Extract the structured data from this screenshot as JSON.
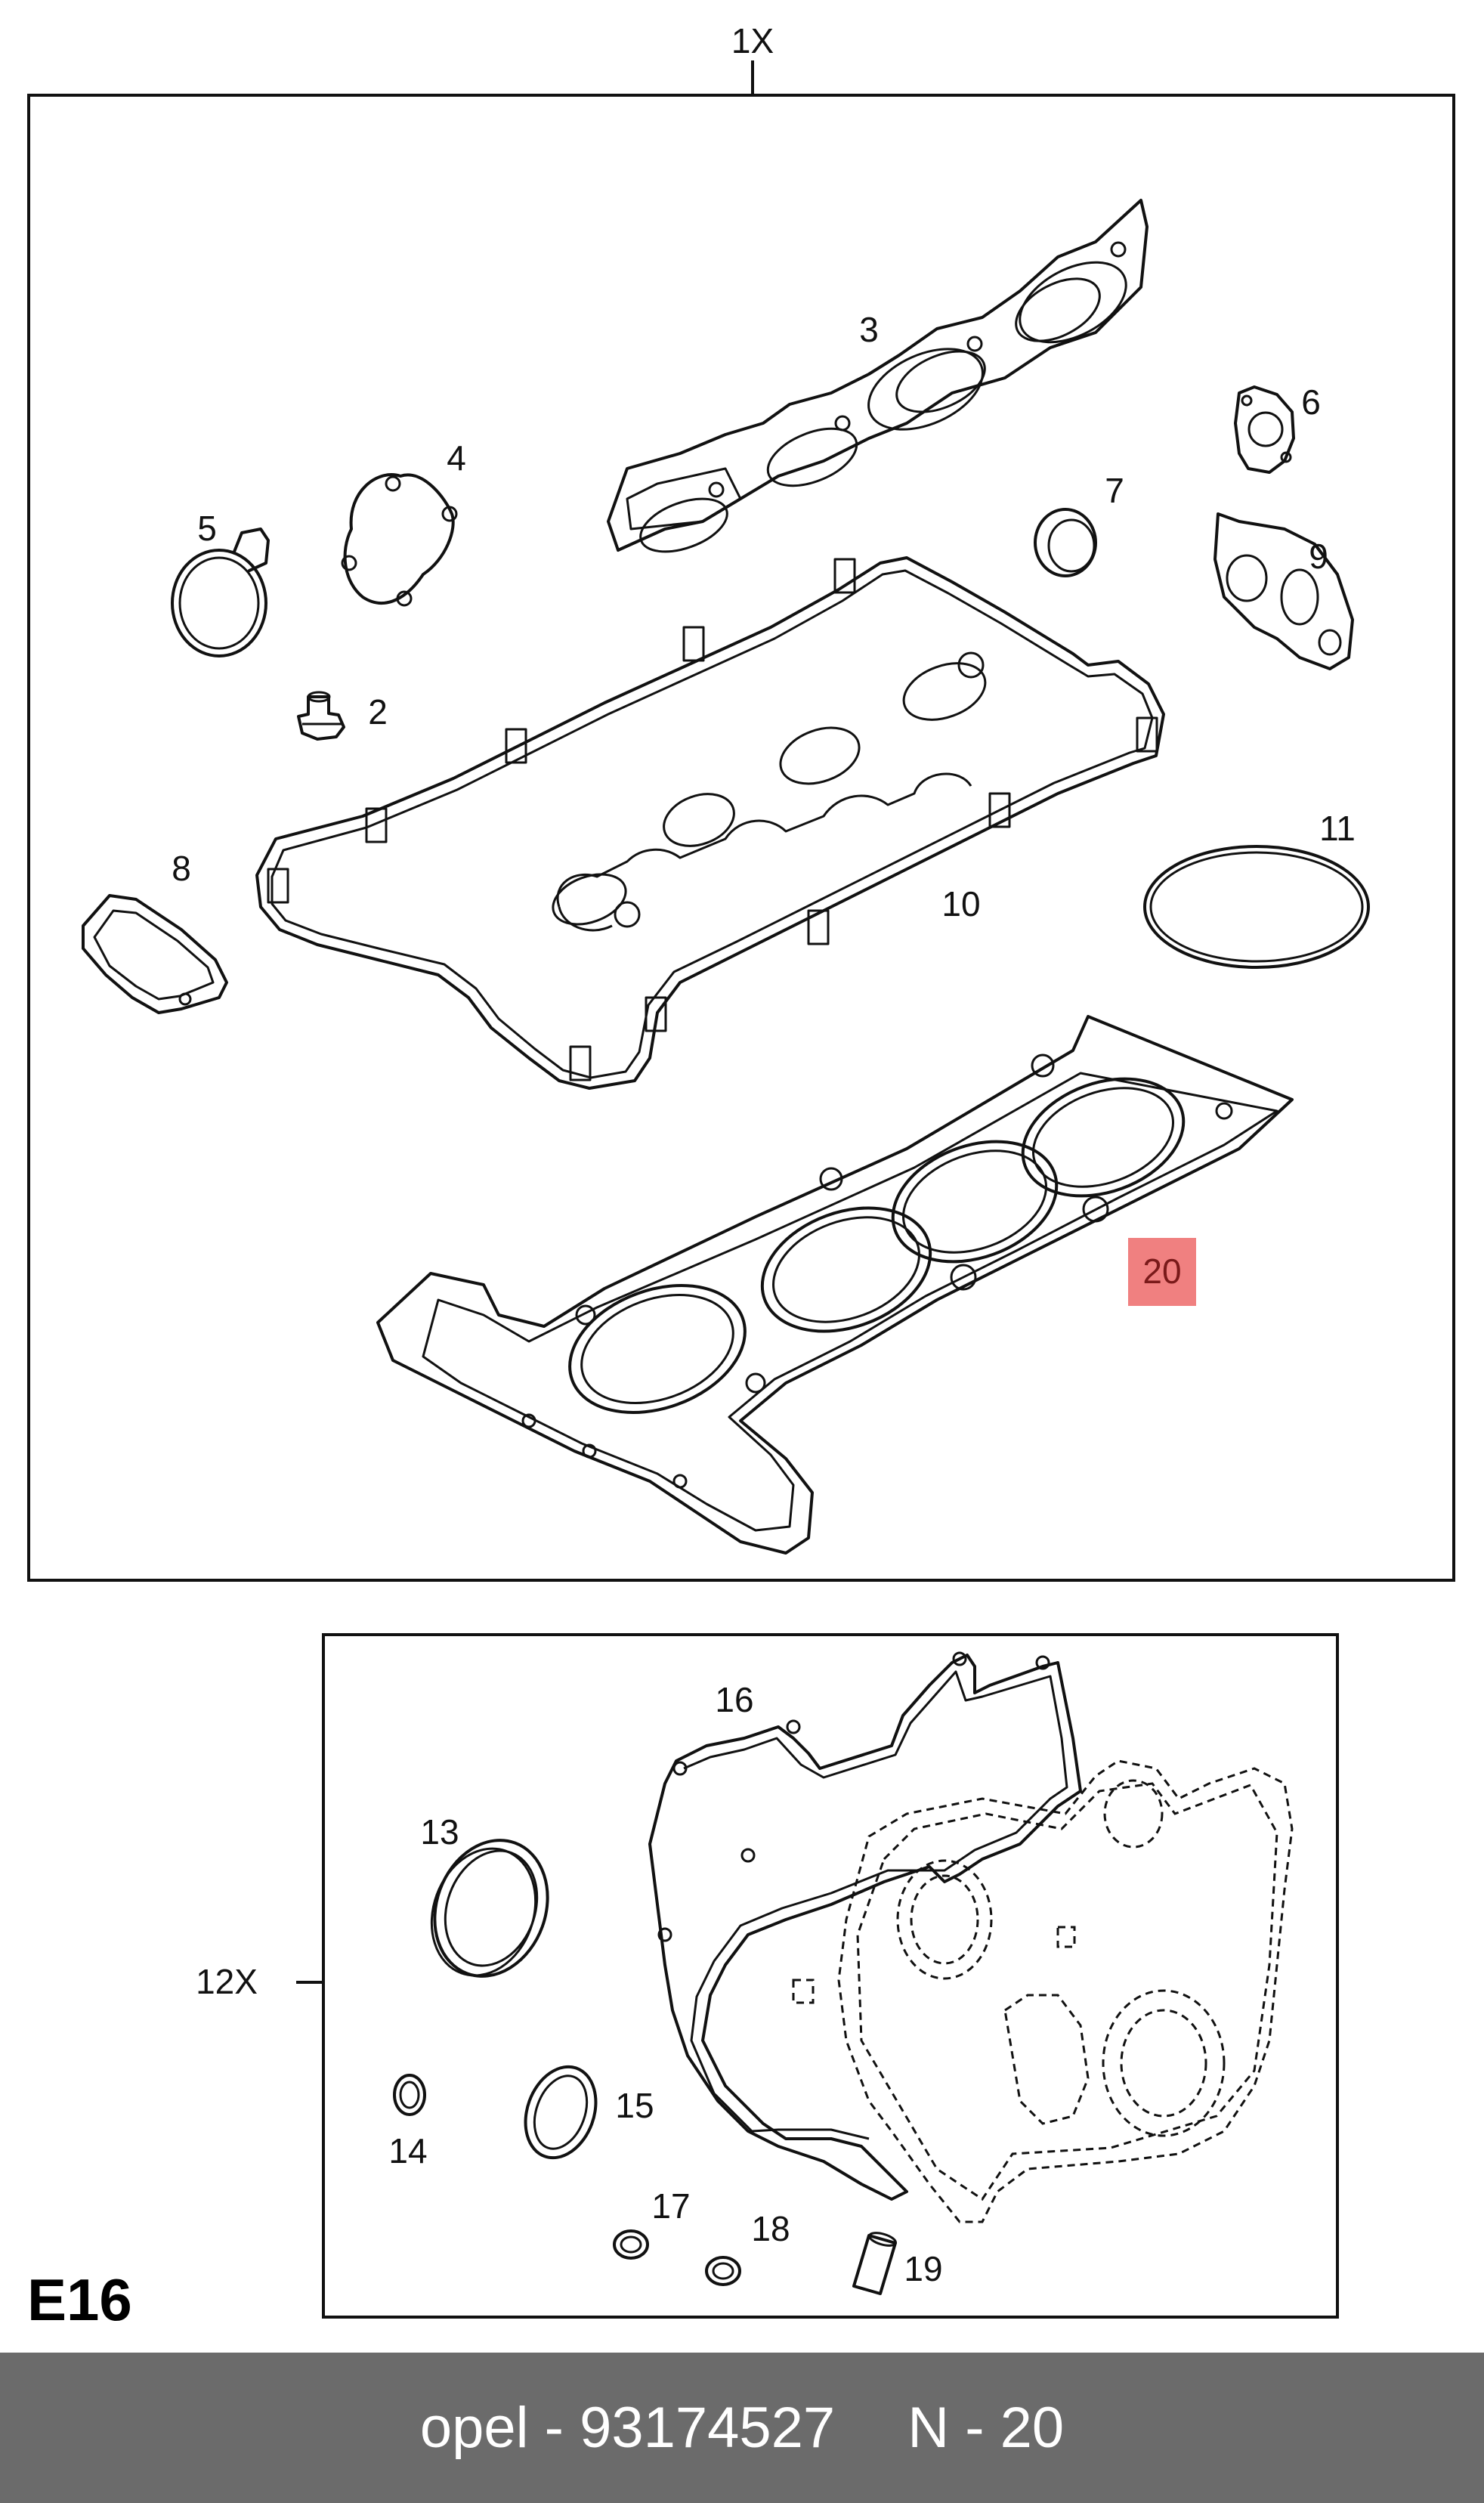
{
  "upper_kit": {
    "label": "1X",
    "parts": [
      {
        "id": "3",
        "label": "3"
      },
      {
        "id": "4",
        "label": "4"
      },
      {
        "id": "5",
        "label": "5"
      },
      {
        "id": "6",
        "label": "6"
      },
      {
        "id": "7",
        "label": "7"
      },
      {
        "id": "9",
        "label": "9"
      },
      {
        "id": "2",
        "label": "2"
      },
      {
        "id": "8",
        "label": "8"
      },
      {
        "id": "11",
        "label": "11"
      },
      {
        "id": "10",
        "label": "10"
      },
      {
        "id": "20",
        "label": "20",
        "highlighted": true
      }
    ]
  },
  "lower_kit": {
    "label": "12X",
    "parts": [
      {
        "id": "16",
        "label": "16"
      },
      {
        "id": "13",
        "label": "13"
      },
      {
        "id": "14",
        "label": "14"
      },
      {
        "id": "15",
        "label": "15"
      },
      {
        "id": "17",
        "label": "17"
      },
      {
        "id": "18",
        "label": "18"
      },
      {
        "id": "19",
        "label": "19"
      }
    ]
  },
  "section_code": "E16",
  "highlight_color": "#f08080",
  "footer": {
    "brand": "opel",
    "separator": "-",
    "part_number": "93174527",
    "position": "N - 20"
  }
}
